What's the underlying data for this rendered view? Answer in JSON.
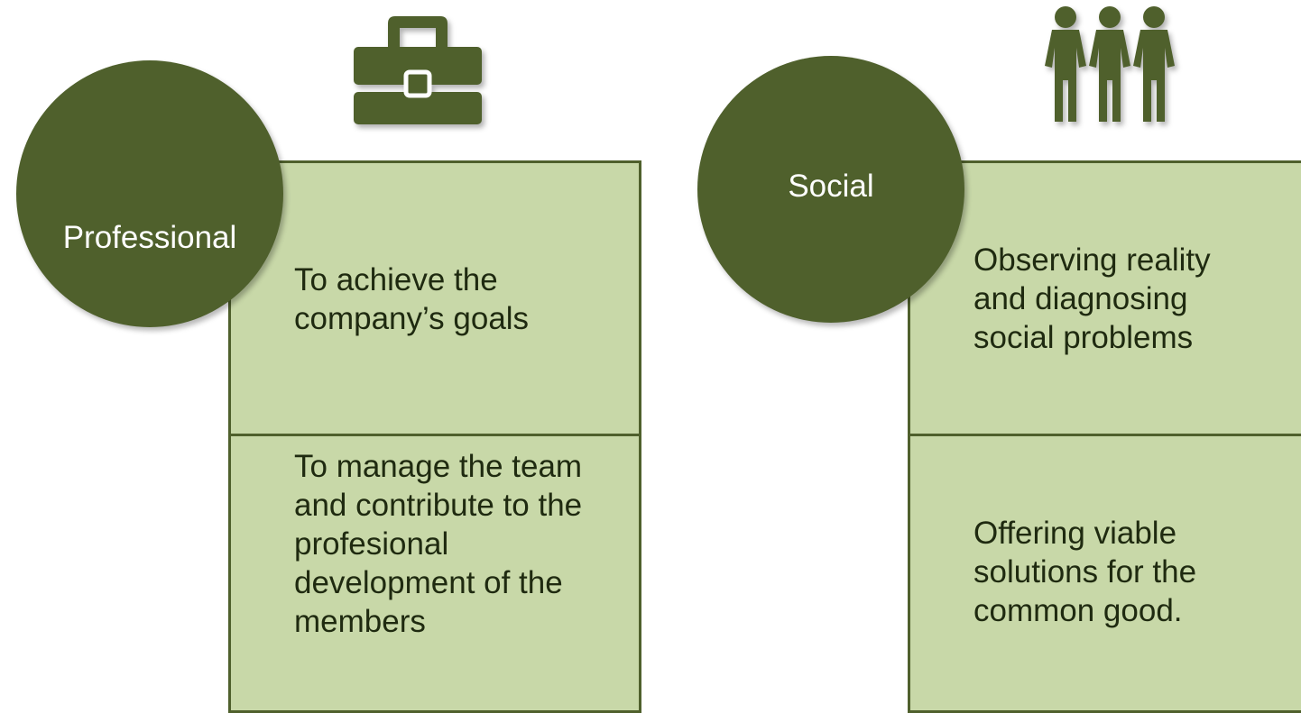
{
  "colors": {
    "dark_green": "#4f602c",
    "light_green": "#c8d8a8",
    "text_dark": "#1f2a10",
    "text_light": "#ffffff"
  },
  "left": {
    "icon": "briefcase-icon",
    "title": "Professional",
    "boxes": [
      "To achieve the company’s goals",
      "To manage the team and contribute to the profesional development of the members"
    ]
  },
  "right": {
    "icon": "people-group-icon",
    "title": "Social",
    "boxes": [
      "Observing reality and diagnosing social problems",
      "Offering viable solutions for the common good."
    ]
  }
}
